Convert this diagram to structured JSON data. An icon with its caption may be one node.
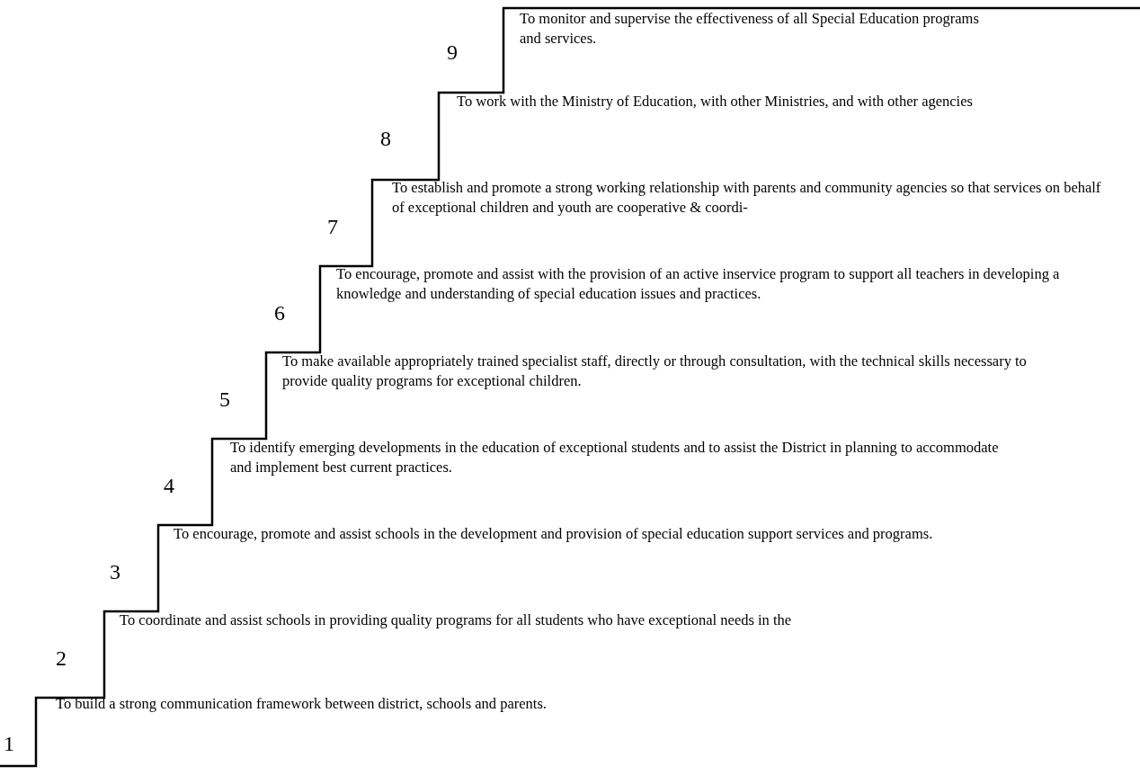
{
  "diagram": {
    "labels": [
      "9",
      "To monitor and supervise the effectiveness of all Special Education programs and services.",
      "8",
      "To work with the Ministry of Education, with other Ministries, and with other agencies",
      "7",
      "To establish and promote a strong working relationship with parents and community agencies so that services on behalf of exceptional children and youth are cooperative & coordi-",
      "6",
      "To encourage, promote and assist with the provision of an active inservice program to support all teachers in developing a knowledge and understanding of special education issues and practices.",
      "5",
      "To make available appropriately trained specialist staff, directly or through consultation, with the technical skills necessary to provide quality programs for exceptional children.",
      "4",
      "To identify emerging developments in the education of exceptional students and to assist the District in planning to accommodate and implement best current practices.",
      "3",
      "To encourage, promote and assist schools in the development and provision of special education support services and programs.",
      "2",
      "To coordinate and assist schools in providing quality programs for all students who have exceptional needs in the",
      "1",
      "To build a strong communication framework between district, schools and parents."
    ]
  }
}
